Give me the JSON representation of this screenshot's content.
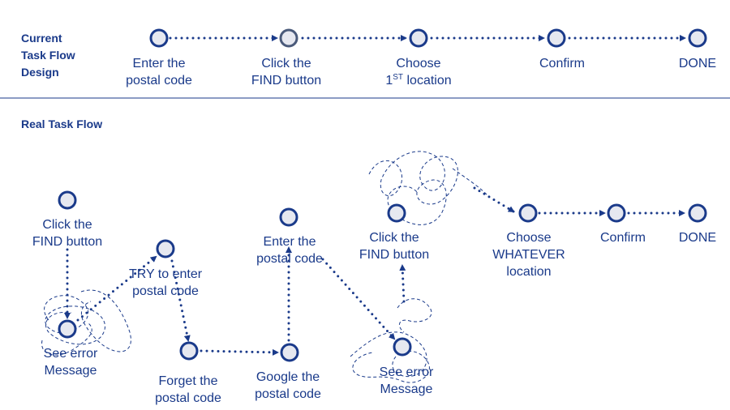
{
  "sections": {
    "current_title": [
      "Current",
      "Task Flow",
      "Design"
    ],
    "real_title": "Real  Task Flow"
  },
  "current_flow": [
    {
      "id": "c1",
      "lines": [
        "Enter the",
        "postal code"
      ]
    },
    {
      "id": "c2",
      "lines": [
        "Click the",
        "FIND button"
      ]
    },
    {
      "id": "c3",
      "lines": [
        "Choose",
        "1",
        "ST",
        " location"
      ]
    },
    {
      "id": "c4",
      "lines": [
        "Confirm"
      ]
    },
    {
      "id": "c5",
      "lines": [
        "DONE"
      ]
    }
  ],
  "real_flow": [
    {
      "id": "r1",
      "lines": [
        "Click the",
        "FIND button"
      ]
    },
    {
      "id": "r2",
      "lines": [
        "See error",
        "Message"
      ]
    },
    {
      "id": "r3",
      "lines": [
        "TRY to enter",
        "postal code"
      ]
    },
    {
      "id": "r4",
      "lines": [
        "Forget the",
        "postal code"
      ]
    },
    {
      "id": "r5",
      "lines": [
        "Google the",
        "postal code"
      ]
    },
    {
      "id": "r6",
      "lines": [
        "Enter the",
        "postal code"
      ]
    },
    {
      "id": "r7",
      "lines": [
        "See error",
        "Message"
      ]
    },
    {
      "id": "r8",
      "lines": [
        "Click the",
        "FIND button"
      ]
    },
    {
      "id": "r9",
      "lines": [
        "Choose",
        "WHATEVER",
        "location"
      ]
    },
    {
      "id": "r10",
      "lines": [
        "Confirm"
      ]
    },
    {
      "id": "r11",
      "lines": [
        "DONE"
      ]
    }
  ],
  "colors": {
    "accent": "#1a3a8a",
    "node_fill": "#e6e8f0"
  }
}
